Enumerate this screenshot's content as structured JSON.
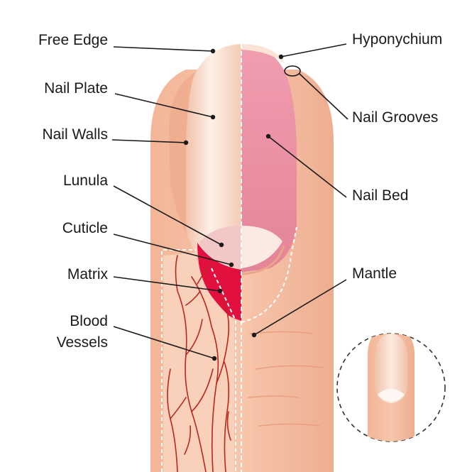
{
  "labels": {
    "free_edge": "Free Edge",
    "nail_plate": "Nail Plate",
    "nail_walls": "Nail Walls",
    "lunula": "Lunula",
    "cuticle": "Cuticle",
    "matrix": "Matrix",
    "blood_vessels_line1": "Blood",
    "blood_vessels_line2": "Vessels",
    "hyponychium": "Hyponychium",
    "nail_grooves": "Nail Grooves",
    "nail_bed": "Nail Bed",
    "mantle": "Mantle"
  },
  "colors": {
    "skin": "#f6c0a4",
    "skin_shadow": "#eba98a",
    "nail_plate": "#f8d9c6",
    "nail_bed": "#e9899c",
    "nail_bed_top": "#f09aad",
    "matrix": "#e2103e",
    "lunula": "#f2c1c0",
    "vessel": "#b8281e",
    "leader": "#1a1a1a"
  }
}
